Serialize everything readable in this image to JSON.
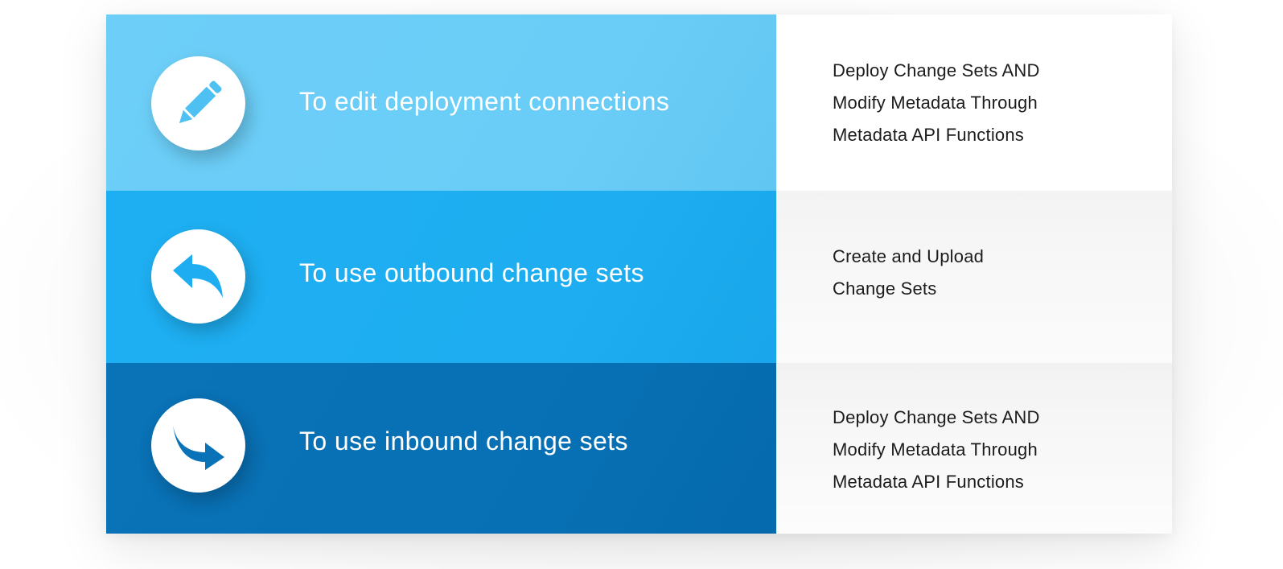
{
  "colors": {
    "row1_band": "#6acdf7",
    "row2_band": "#1dadf0",
    "row3_band": "#076fb3",
    "icon_glyph": "#4ec0f2",
    "text_dark": "#1c1c1c",
    "text_light": "#ffffff"
  },
  "rows": [
    {
      "icon": "pencil-icon",
      "label": "To edit deployment connections",
      "description": [
        "Deploy Change Sets AND",
        "Modify Metadata Through",
        "Metadata API Functions"
      ]
    },
    {
      "icon": "reply-arrow-icon",
      "label": "To use outbound change sets",
      "description": [
        "Create and Upload",
        "Change Sets"
      ]
    },
    {
      "icon": "forward-arrow-icon",
      "label": "To use inbound change sets",
      "description": [
        "Deploy Change Sets AND",
        "Modify Metadata Through",
        "Metadata API Functions"
      ]
    }
  ]
}
